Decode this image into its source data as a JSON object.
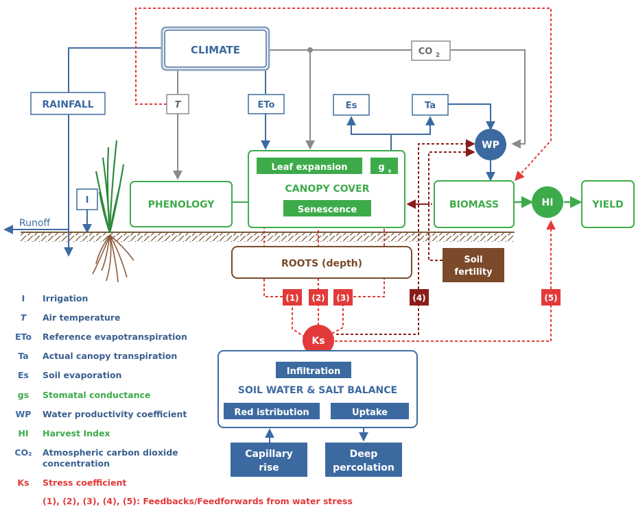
{
  "colors": {
    "blue": "#3c6aa0",
    "green": "#3dab4a",
    "brown": "#7a4a2a",
    "red": "#e23a3a",
    "darkred": "#8a1c1c",
    "gray": "#8a8a8a"
  },
  "nodes": {
    "climate": "CLIMATE",
    "co2": "CO",
    "co2_sub": "2",
    "rainfall": "RAINFALL",
    "t": "T",
    "eto": "ETo",
    "es": "Es",
    "ta": "Ta",
    "wp": "WP",
    "irrigation": "I",
    "runoff": "Runoff",
    "phenology": "PHENOLOGY",
    "leaf_expansion": "Leaf expansion",
    "gs": "g",
    "gs_sub": "s",
    "canopy_cover": "CANOPY COVER",
    "senescence": "Senescence",
    "biomass": "BIOMASS",
    "hi": "HI",
    "yield": "YIELD",
    "roots": "ROOTS (depth)",
    "soil_fertility_1": "Soil",
    "soil_fertility_2": "fertility",
    "fb1": "(1)",
    "fb2": "(2)",
    "fb3": "(3)",
    "fb4": "(4)",
    "fb5": "(5)",
    "ks": "Ks",
    "infiltration": "Infiltration",
    "soil_balance": "SOIL WATER & SALT BALANCE",
    "redistribution": "Red istribution",
    "uptake": "Uptake",
    "capillary_1": "Capillary",
    "capillary_2": "rise",
    "deep_1": "Deep",
    "deep_2": "percolation"
  },
  "legend": [
    {
      "key": "I",
      "text": "Irrigation",
      "color": "blue"
    },
    {
      "key": "T",
      "text": "Air temperature",
      "color": "blue"
    },
    {
      "key": "ETo",
      "text": "Reference evapotranspiration",
      "color": "blue"
    },
    {
      "key": "Ta",
      "text": "Actual canopy transpiration",
      "color": "blue"
    },
    {
      "key": "Es",
      "text": "Soil evaporation",
      "color": "blue"
    },
    {
      "key": "gs",
      "text": "Stomatal conductance",
      "color": "green"
    },
    {
      "key": "WP",
      "text": "Water productivity coefficient",
      "color": "blue"
    },
    {
      "key": "HI",
      "text": "Harvest Index",
      "color": "green"
    },
    {
      "key": "CO₂",
      "text": "Atmospheric carbon dioxide",
      "text2": "concentration",
      "color": "blue"
    },
    {
      "key": "Ks",
      "text": "Stress coefficient",
      "color": "red"
    }
  ],
  "legend_footer": "(1), (2), (3), (4), (5): Feedbacks/Feedforwards from water stress"
}
